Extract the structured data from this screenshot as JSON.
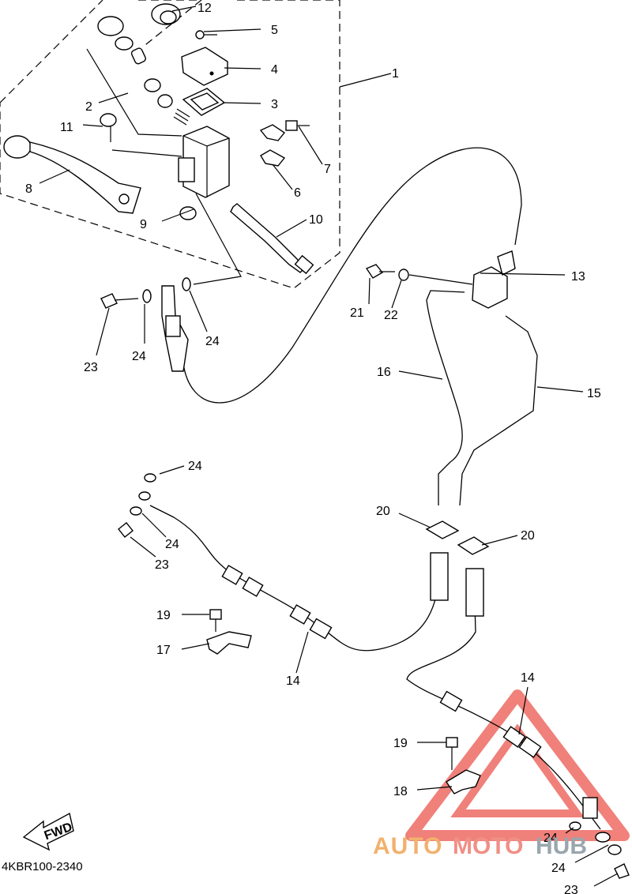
{
  "labels": {
    "l1": "1",
    "l2": "2",
    "l3": "3",
    "l4": "4",
    "l5": "5",
    "l6": "6",
    "l7": "7",
    "l8": "8",
    "l9": "9",
    "l10": "10",
    "l11": "11",
    "l12": "12",
    "l13": "13",
    "l14a": "14",
    "l14b": "14",
    "l15": "15",
    "l16": "16",
    "l17": "17",
    "l18": "18",
    "l19a": "19",
    "l19b": "19",
    "l20a": "20",
    "l20b": "20",
    "l21": "21",
    "l22": "22",
    "l23a": "23",
    "l23b": "23",
    "l23c": "23",
    "l24a": "24",
    "l24b": "24",
    "l24c": "24",
    "l24d": "24",
    "l24e": "24",
    "l24f": "24"
  },
  "fwd_label": "FWD",
  "diagram_code": "4KBR100-2340",
  "watermark": {
    "auto": "AUTO",
    "moto": "MOTO",
    "hub": "HUB"
  }
}
